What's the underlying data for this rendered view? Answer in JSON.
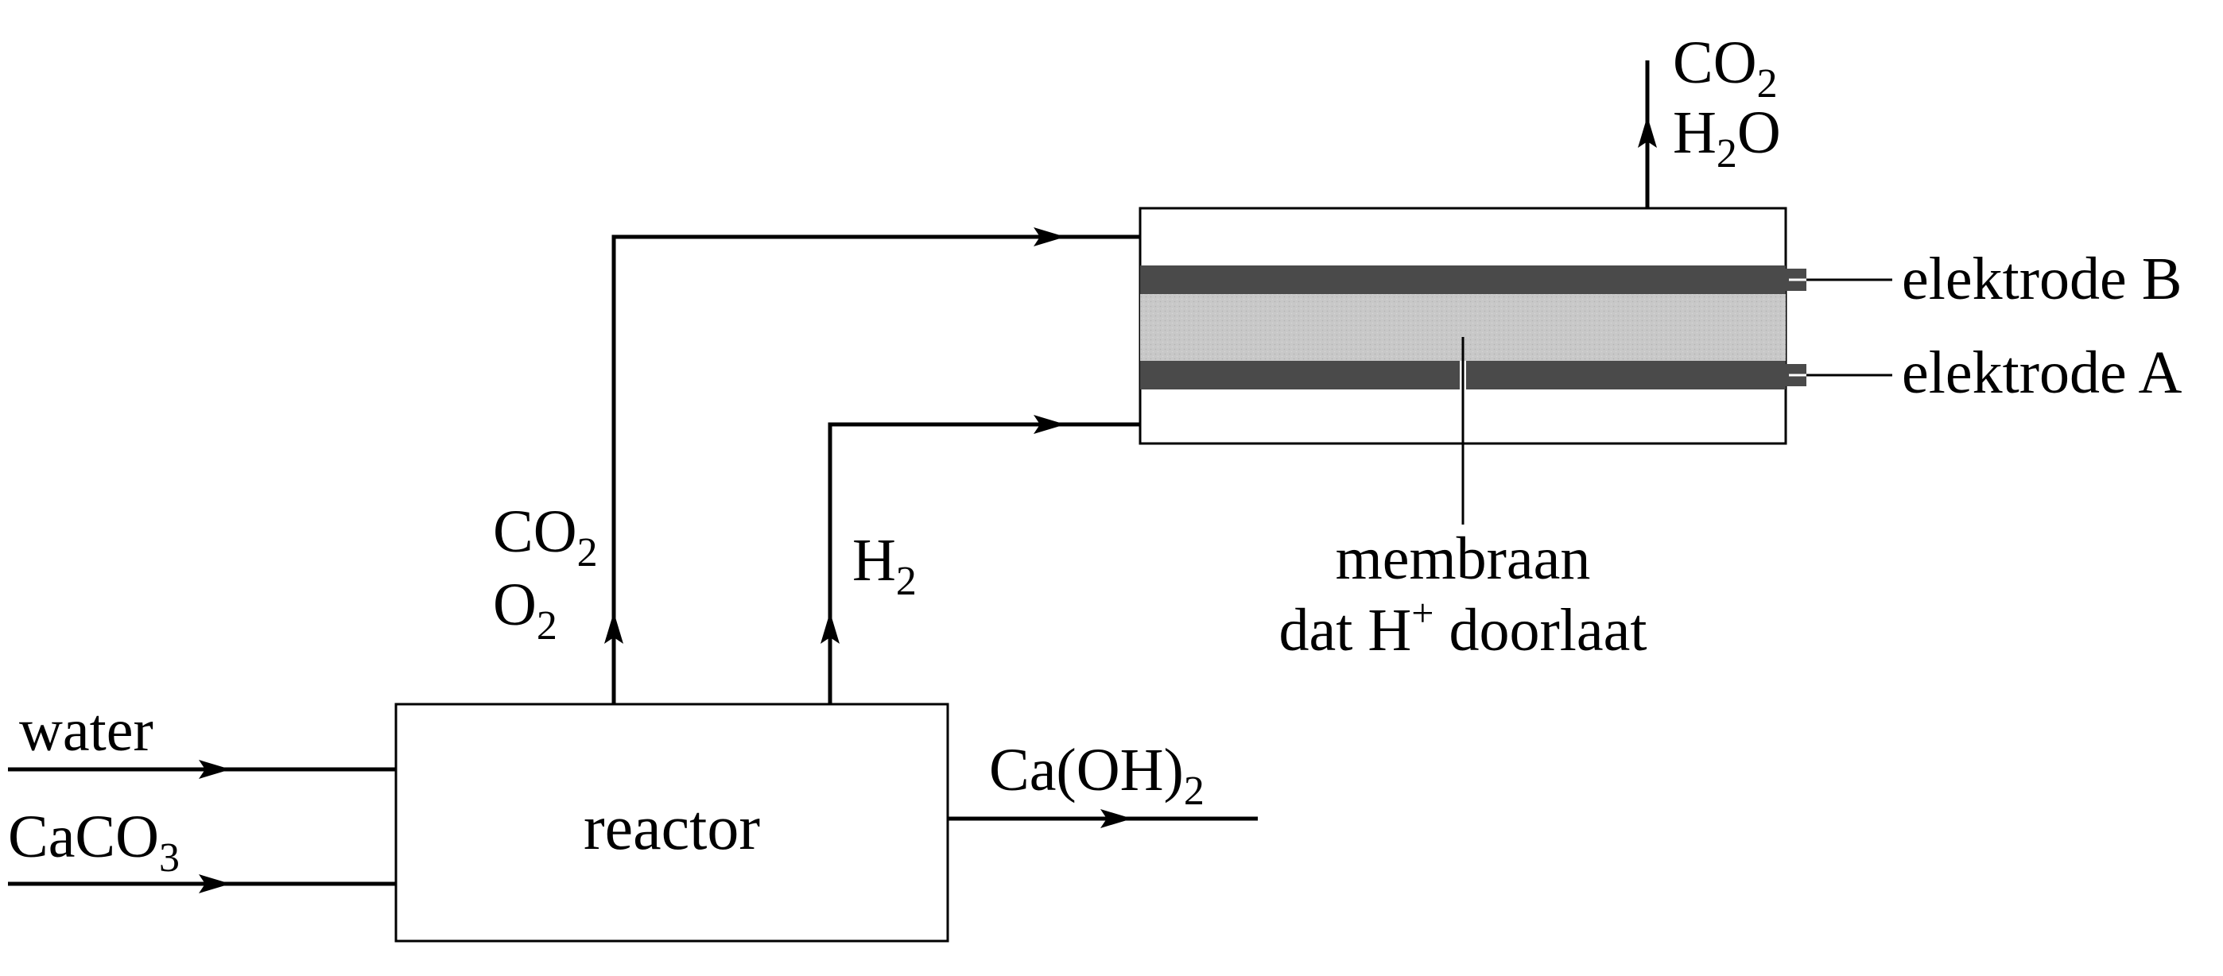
{
  "diagram": {
    "inputs": {
      "water": "water",
      "caco3": {
        "main": "CaCO",
        "sub": "3"
      }
    },
    "reactor": {
      "label": "reactor"
    },
    "outputs": {
      "caoh2": {
        "main": "Ca(OH)",
        "sub": "2"
      },
      "co2_o2": {
        "co": "CO",
        "co_sub": "2",
        "o": "O",
        "o_sub": "2"
      },
      "h2": {
        "main": "H",
        "sub": "2"
      }
    },
    "fuel_cell": {
      "exhaust": {
        "co": "CO",
        "co_sub": "2",
        "h": "H",
        "h_sub": "2",
        "o": "O"
      },
      "electrode_b": "elektrode B",
      "electrode_a": "elektrode A",
      "membrane_line1": "membraan",
      "membrane_line2_a": "dat H",
      "membrane_line2_sup": "+",
      "membrane_line2_b": " doorlaat"
    },
    "colors": {
      "line": "#000000",
      "electrode": "#4a4a4a",
      "membrane": "#c8c8c8",
      "background": "#ffffff"
    }
  }
}
